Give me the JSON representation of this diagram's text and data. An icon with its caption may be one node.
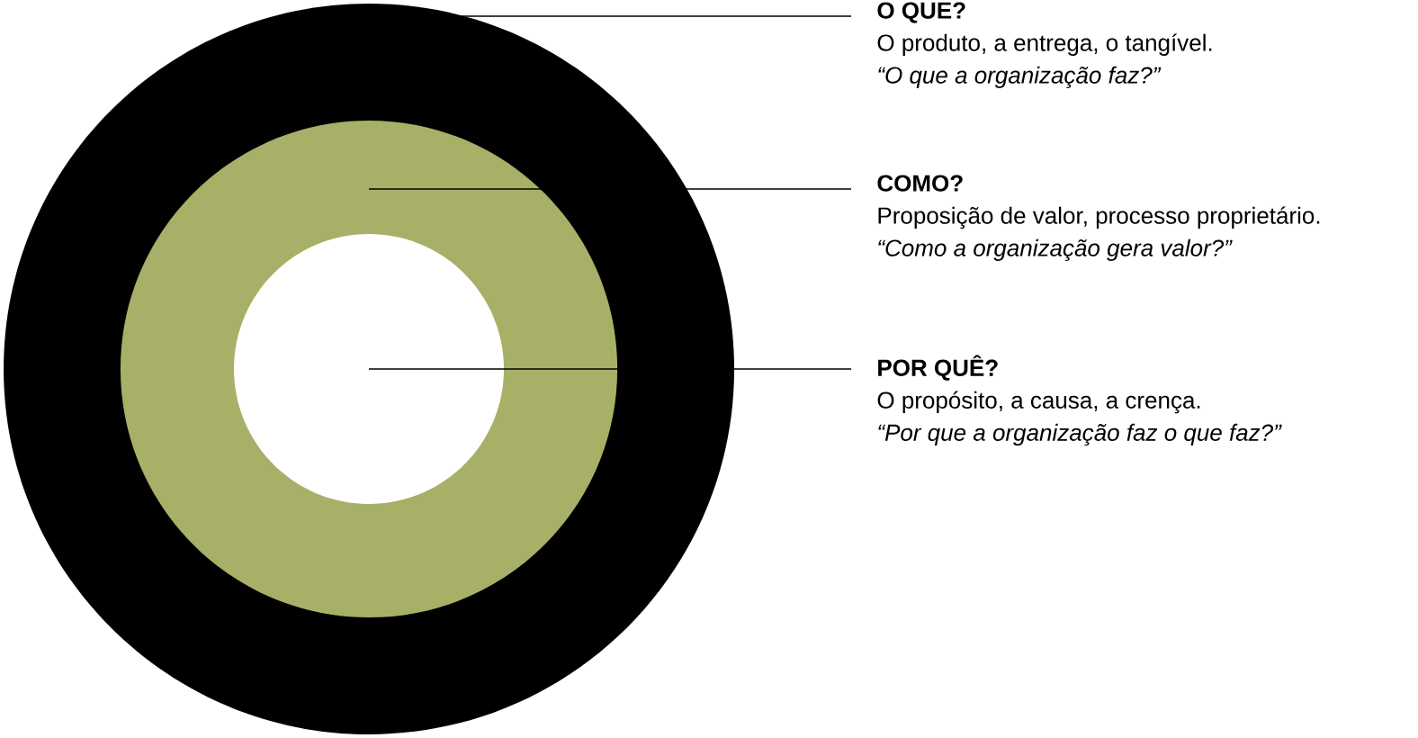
{
  "diagram": {
    "nodes": [
      {
        "text": [],
        "shape": "circle"
      },
      {
        "text": [],
        "shape": "circle",
        "in": 0
      },
      {
        "text": [],
        "shape": "circle",
        "in": 1
      },
      {
        "text": [
          "O QUE?",
          "O produto, a entrega, o tangível.",
          "“O que a organização faz?”"
        ]
      },
      {
        "text": [
          "COMO?",
          "Proposição de valor, processo proprietário.",
          "“Como a organização gera valor?”"
        ]
      },
      {
        "text": [
          "POR QUÊ?",
          "O propósito, a causa, a crença.",
          "“Por que a organização faz o que faz?”"
        ]
      }
    ],
    "edges": [
      {
        "from": 3,
        "to": 0,
        "arrow": "none"
      },
      {
        "from": 4,
        "to": 1,
        "arrow": "none"
      },
      {
        "from": 5,
        "to": 2,
        "arrow": "none"
      }
    ]
  }
}
